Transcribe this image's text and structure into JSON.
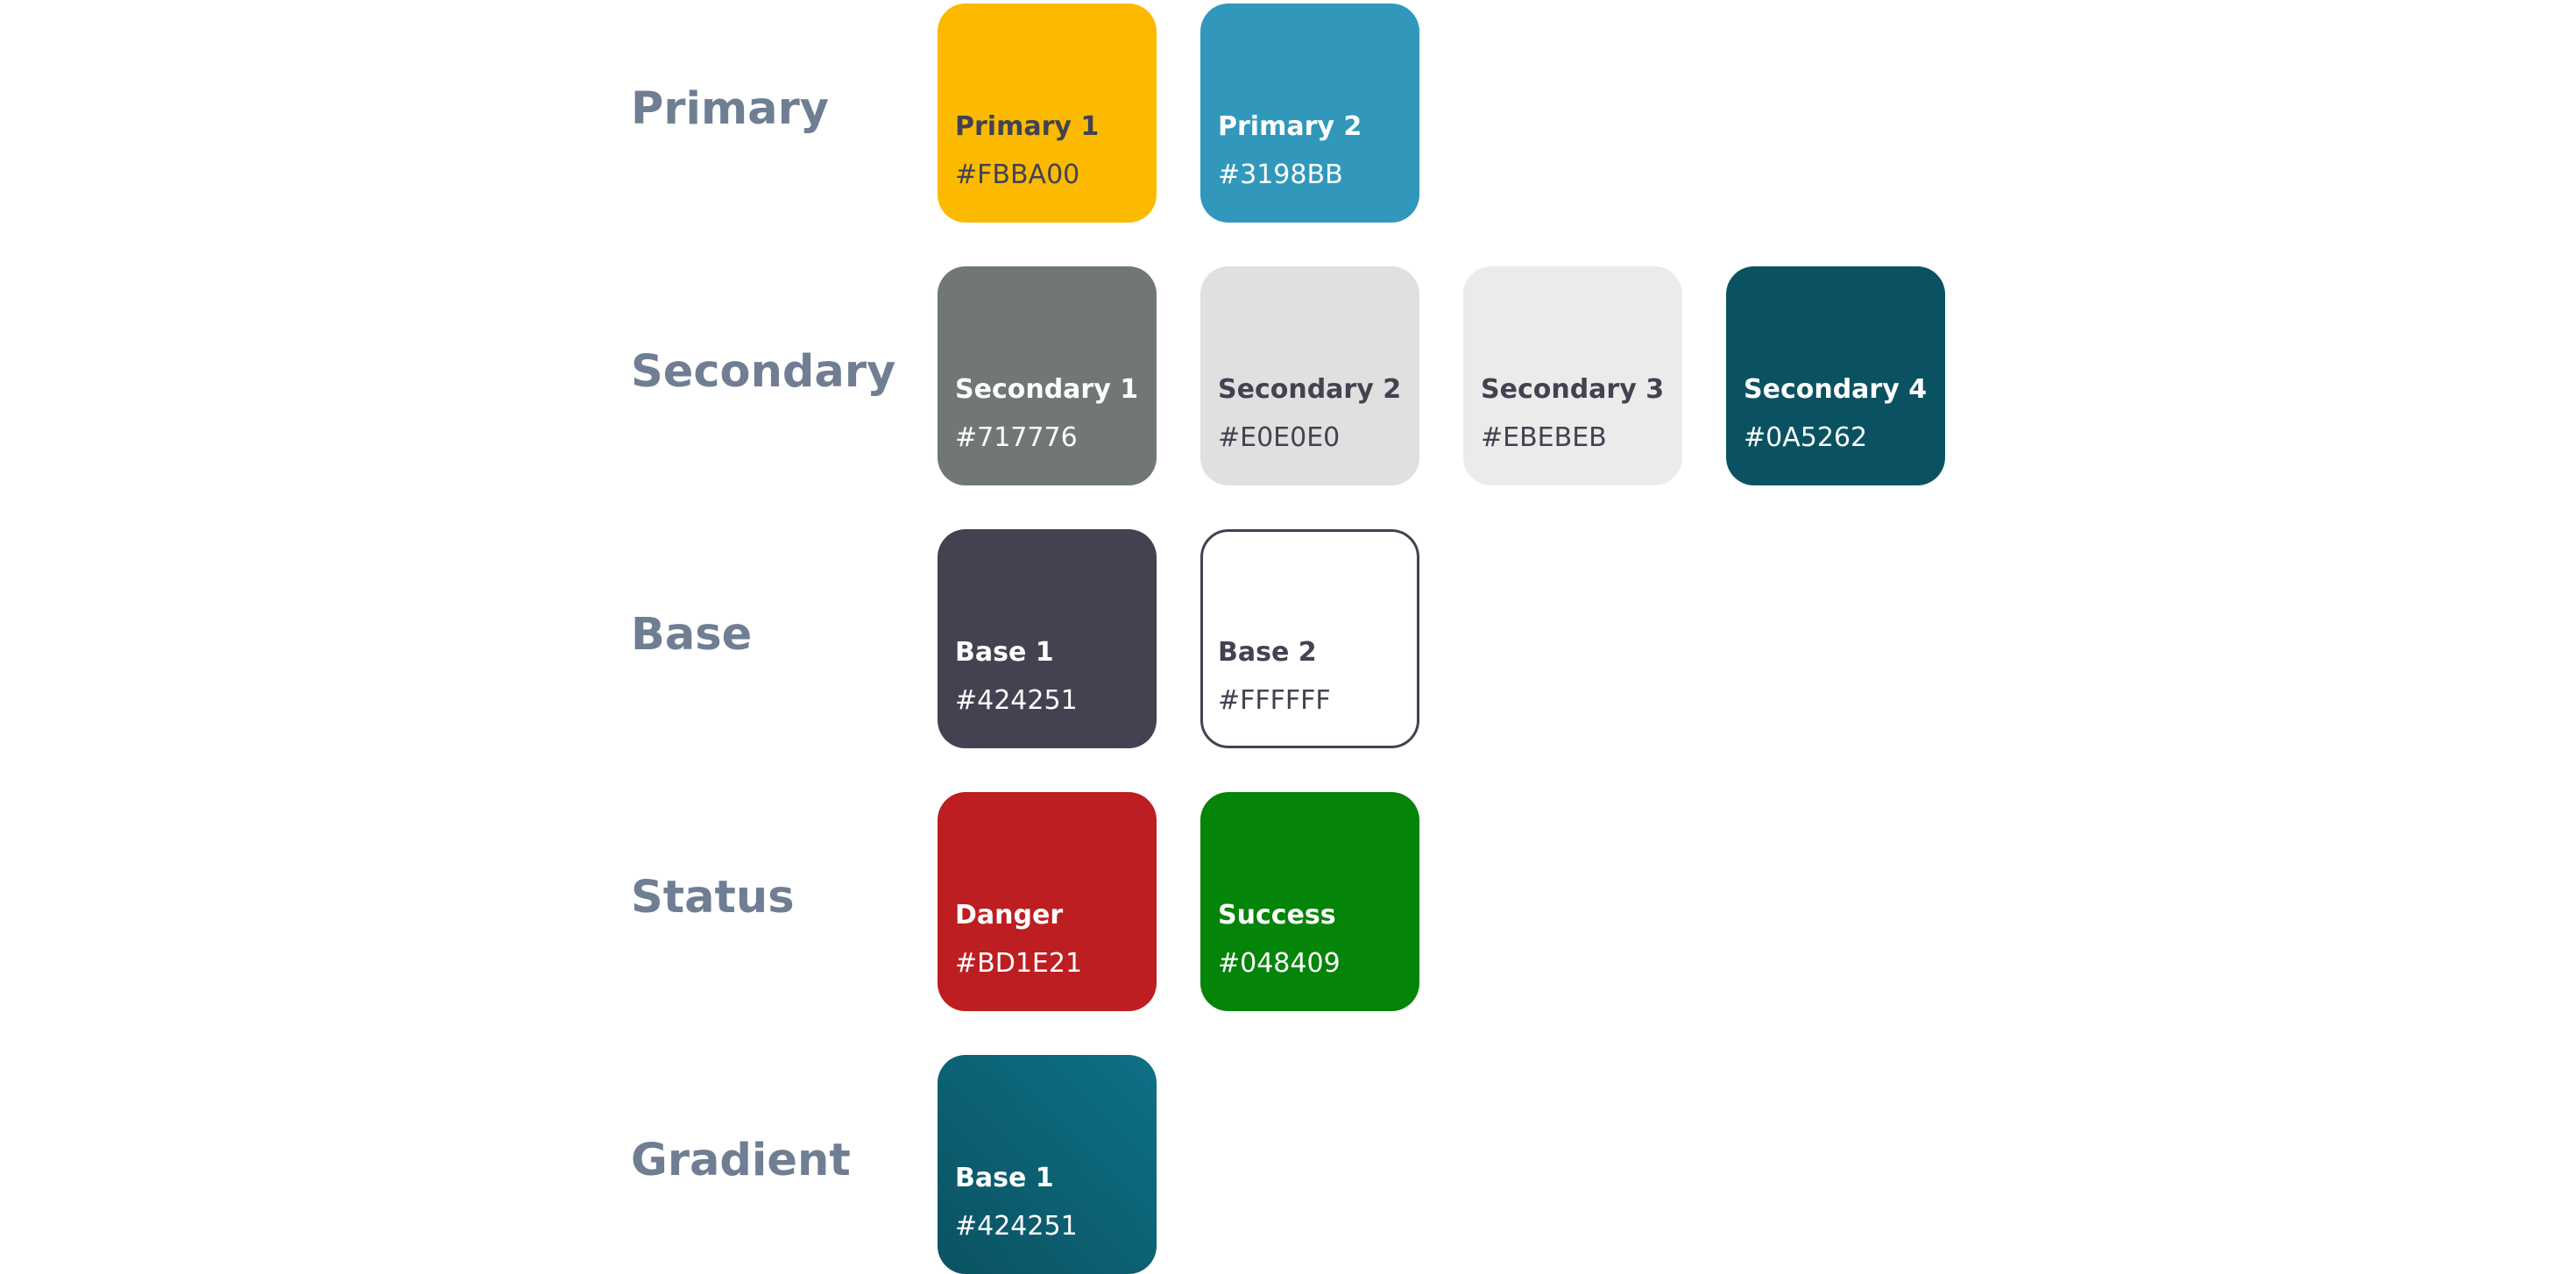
{
  "groups": [
    {
      "label": "Primary",
      "swatches": [
        {
          "name": "Primary 1",
          "hex": "#FBBA00",
          "fill": "#FBBA00",
          "text_tone": "light"
        },
        {
          "name": "Primary 2",
          "hex": "#3198BB",
          "fill": "#3198BB",
          "text_tone": "dark"
        }
      ]
    },
    {
      "label": "Secondary",
      "swatches": [
        {
          "name": "Secondary 1",
          "hex": "#717776",
          "fill": "#717776",
          "text_tone": "dark"
        },
        {
          "name": "Secondary 2",
          "hex": "#E0E0E0",
          "fill": "#E0E0E0",
          "text_tone": "light"
        },
        {
          "name": "Secondary 3",
          "hex": "#EBEBEB",
          "fill": "#EBEBEB",
          "text_tone": "light"
        },
        {
          "name": "Secondary 4",
          "hex": "#0A5262",
          "fill": "#0A5262",
          "text_tone": "dark"
        }
      ]
    },
    {
      "label": "Base",
      "swatches": [
        {
          "name": "Base 1",
          "hex": "#424251",
          "fill": "#424251",
          "text_tone": "dark"
        },
        {
          "name": "Base 2",
          "hex": "#FFFFFF",
          "fill": "#FFFFFF",
          "text_tone": "light",
          "outlined": true
        }
      ]
    },
    {
      "label": "Status",
      "swatches": [
        {
          "name": "Danger",
          "hex": "#BD1E21",
          "fill": "#BD1E21",
          "text_tone": "dark"
        },
        {
          "name": "Success",
          "hex": "#048409",
          "fill": "#048409",
          "text_tone": "dark"
        }
      ]
    },
    {
      "label": "Gradient",
      "swatches": [
        {
          "name": "Base 1",
          "hex": "#424251",
          "fill": "linear-gradient(225deg, #0E7085 0%, #0A5262 100%)",
          "text_tone": "dark"
        }
      ]
    }
  ]
}
